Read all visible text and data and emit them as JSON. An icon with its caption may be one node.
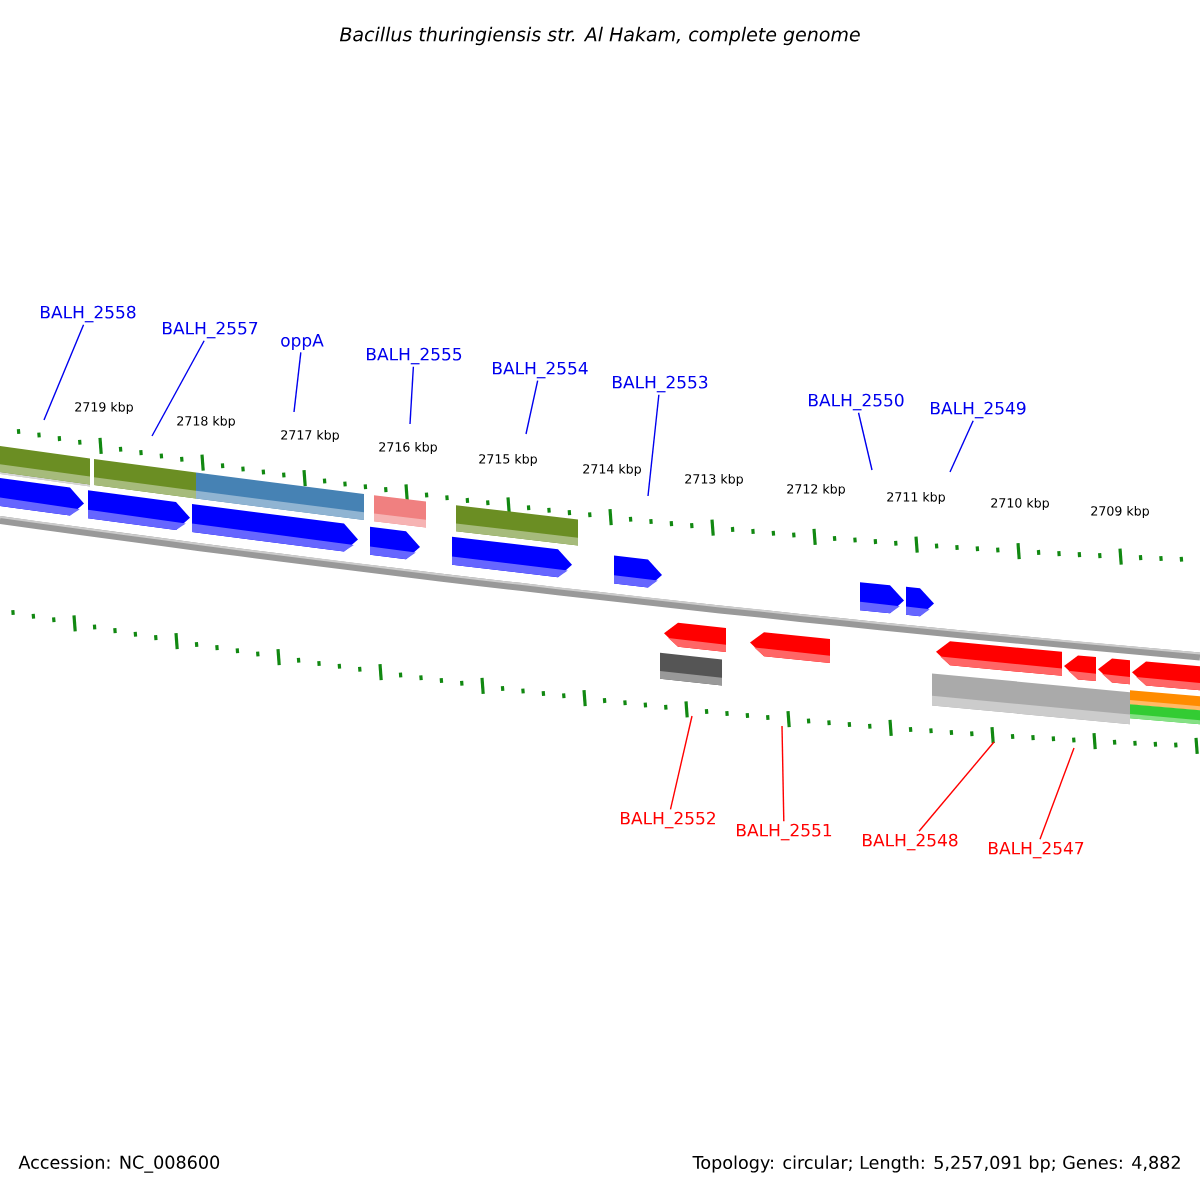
{
  "diagram": {
    "title": "*Bacillus thuringiensis* str. Al Hakam, complete genome",
    "nodes": [
      {
        "text": [
          "BALH_2558"
        ]
      },
      {
        "text": [
          "BALH_2557"
        ]
      },
      {
        "text": [
          "oppA"
        ]
      },
      {
        "text": [
          "BALH_2555"
        ]
      },
      {
        "text": [
          "BALH_2554"
        ]
      },
      {
        "text": [
          "BALH_2553"
        ]
      },
      {
        "text": [
          "BALH_2550"
        ]
      },
      {
        "text": [
          "BALH_2549"
        ]
      },
      {
        "text": [
          "BALH_2552"
        ]
      },
      {
        "text": [
          "BALH_2551"
        ]
      },
      {
        "text": [
          "BALH_2548"
        ]
      },
      {
        "text": [
          "BALH_2547"
        ]
      }
    ],
    "edges": [
      {
        "from": 0,
        "to": null,
        "arrow": "none"
      },
      {
        "from": 1,
        "to": null,
        "arrow": "none"
      },
      {
        "from": 2,
        "to": null,
        "arrow": "none"
      },
      {
        "from": 3,
        "to": null,
        "arrow": "none"
      },
      {
        "from": 4,
        "to": null,
        "arrow": "none"
      },
      {
        "from": 5,
        "to": null,
        "arrow": "none"
      },
      {
        "from": 6,
        "to": null,
        "arrow": "none"
      },
      {
        "from": 7,
        "to": null,
        "arrow": "none"
      },
      {
        "from": 8,
        "to": null,
        "arrow": "none",
        "color": "#ff0000"
      },
      {
        "from": 9,
        "to": null,
        "arrow": "none",
        "color": "#ff0000"
      },
      {
        "from": 10,
        "to": null,
        "arrow": "none",
        "color": "#ff0000"
      },
      {
        "from": 11,
        "to": null,
        "arrow": "none",
        "color": "#ff0000"
      }
    ],
    "labels": [
      "2719 kbp",
      "2718 kbp",
      "2717 kbp",
      "2716 kbp",
      "2715 kbp",
      "2714 kbp",
      "2713 kbp",
      "2712 kbp",
      "2711 kbp",
      "2710 kbp",
      "2709 kbp",
      "Accession: NC_008600",
      "Topology: circular; Length: 5,257,091 bp; Genes: 4,882"
    ]
  }
}
